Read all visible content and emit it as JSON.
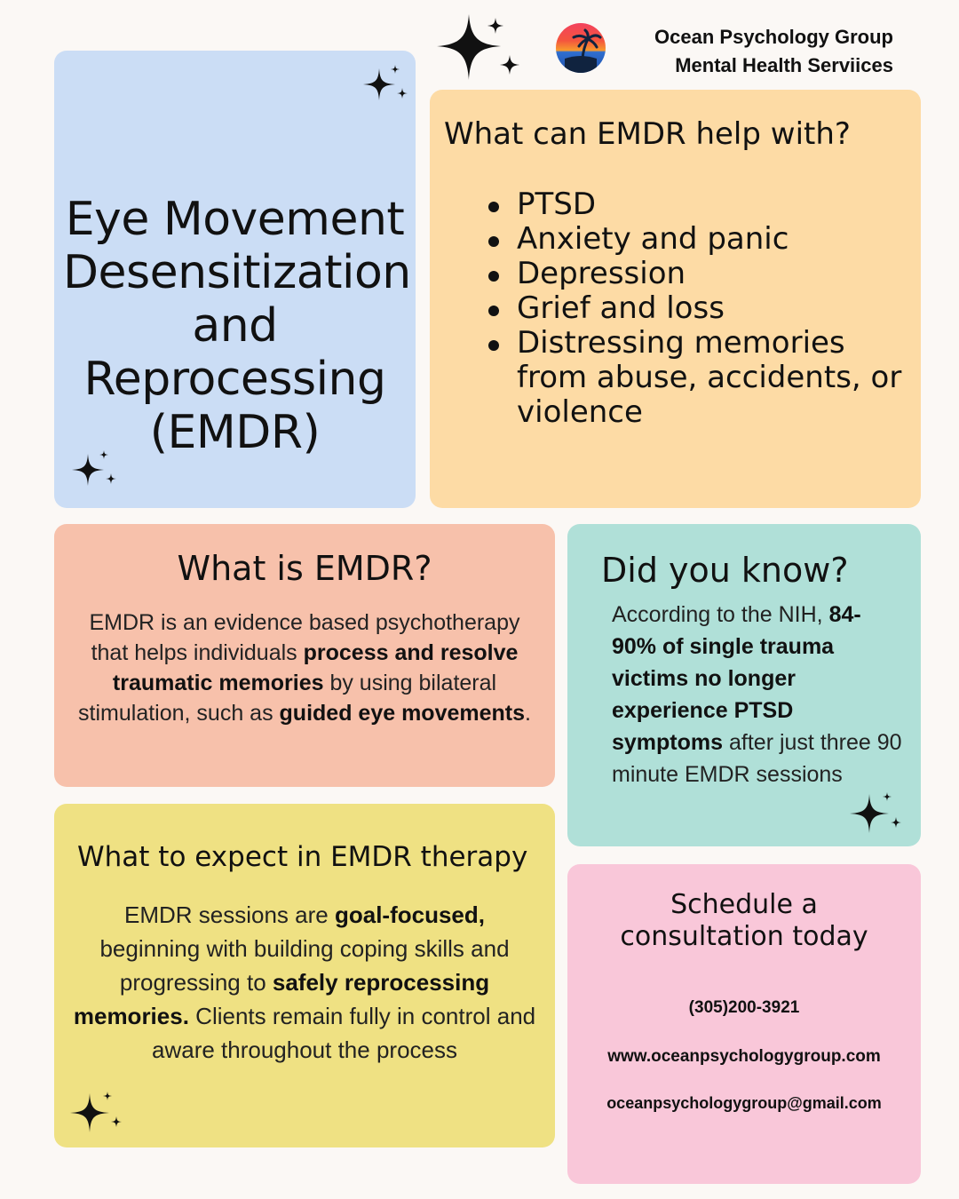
{
  "brand": {
    "line1": "Ocean Psychology Group",
    "line2": "Mental Health Serviices"
  },
  "title_card": {
    "line1": "Eye Movement",
    "line2": "Desensitization",
    "line3": "and",
    "line4": "Reprocessing",
    "line5": "(EMDR)"
  },
  "help_card": {
    "heading": "What can EMDR help with?",
    "items": [
      "PTSD",
      "Anxiety and panic",
      "Depression",
      "Grief and loss",
      "Distressing memories from abuse, accidents, or violence"
    ]
  },
  "what_card": {
    "heading": "What is EMDR?",
    "t1": "EMDR is an evidence based psychotherapy that helps individuals ",
    "b1": "process and resolve traumatic memories",
    "t2": " by using bilateral stimulation, such as ",
    "b2": "guided eye movements",
    "t3": "."
  },
  "did_card": {
    "heading": "Did you know?",
    "t1": "According to the NIH, ",
    "b1": "84-90% of single trauma victims no longer experience PTSD symptoms",
    "t2": " after just three 90 minute EMDR sessions"
  },
  "expect_card": {
    "heading": "What to expect in EMDR therapy",
    "t1": "EMDR sessions are ",
    "b1": "goal-focused,",
    "t2": " beginning with building coping skills and progressing to ",
    "b2": "safely reprocessing memories.",
    "t3": " Clients remain fully in control and aware throughout the process"
  },
  "cta_card": {
    "line1": "Schedule a",
    "line2": "consultation today",
    "phone": "(305)200-3921",
    "website": "www.oceanpsychologygroup.com",
    "email": "oceanpsychologygroup@gmail.com"
  },
  "colors": {
    "background": "#fbf8f5",
    "blue": "#cbddf5",
    "orange": "#fddba5",
    "salmon": "#f7c1ab",
    "teal": "#b0e0d8",
    "yellow": "#efe183",
    "pink": "#f9c7d9"
  }
}
